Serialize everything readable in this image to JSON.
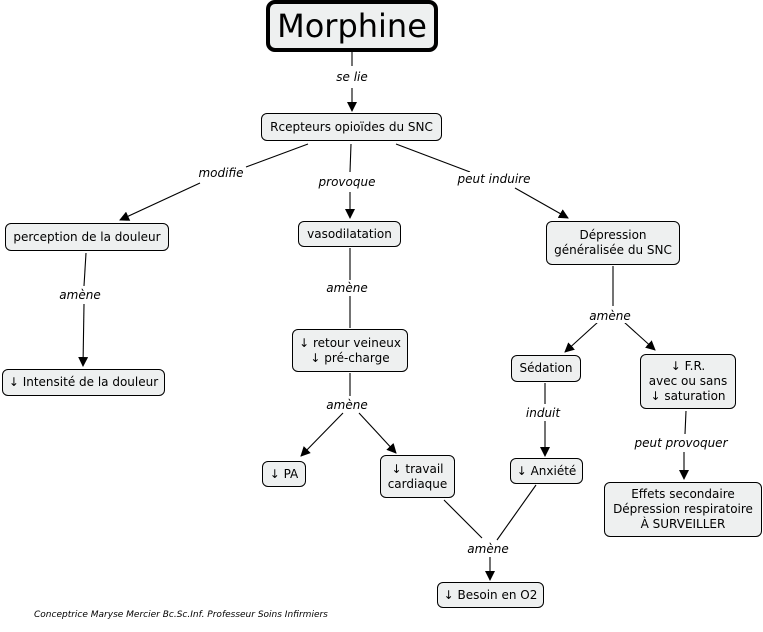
{
  "nodes": {
    "morphine": "Morphine",
    "recepteurs": "Rcepteurs opioïdes du SNC",
    "perception": "perception de la douleur",
    "vasodilatation": "vasodilatation",
    "depression": "Dépression\ngénéralisée du SNC",
    "intensite": "↓ Intensité de la douleur",
    "retour": "↓ retour veineux\n↓ pré-charge",
    "sedation": "Sédation",
    "fr": "↓ F.R.\navec ou sans\n↓ saturation",
    "pa": "↓ PA",
    "travail": "↓ travail\ncardiaque",
    "anxiete": "↓ Anxiété",
    "effets": "Effets secondaire\nDépression respiratoire\nÀ SURVEILLER",
    "besoin": "↓ Besoin en O2"
  },
  "links": {
    "se_lie": "se lie",
    "modifie": "modifie",
    "provoque": "provoque",
    "peut_induire": "peut induire",
    "amene_1": "amène",
    "amene_2": "amène",
    "amene_3": "amène",
    "amene_4": "amène",
    "amene_5": "amène",
    "induit": "induit",
    "peut_provoquer": "peut provoquer"
  },
  "credit": "Conceptrice Maryse Mercier Bc.Sc.Inf. Professeur Soins Infirmiers",
  "colors": {
    "node_fill": "#eef0f0",
    "stroke": "#000000"
  }
}
